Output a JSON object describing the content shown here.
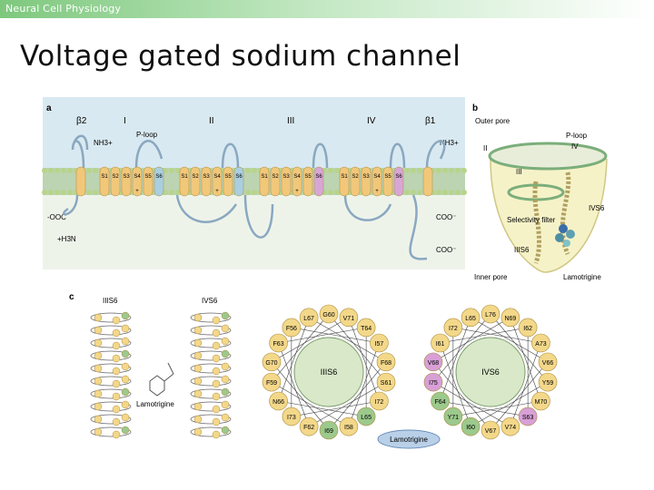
{
  "header": {
    "section": "Neural Cell Physiology"
  },
  "slide": {
    "title": "Voltage gated sodium channel"
  },
  "panel_a": {
    "letter": "a",
    "domains": [
      "β2",
      "I",
      "II",
      "III",
      "IV",
      "β1"
    ],
    "segments": [
      "S1",
      "S2",
      "S3",
      "S4",
      "S5",
      "S6"
    ],
    "labels": {
      "ploop": "P-loop",
      "nh3": "NH3+",
      "ooc": "-OOC",
      "h3n": "+H3N",
      "coo": "COO⁻"
    }
  },
  "panel_b": {
    "letter": "b",
    "labels": {
      "outer_pore": "Outer\npore",
      "ploop": "P-loop",
      "iv": "IV",
      "ii": "II",
      "iii": "III",
      "ivs6": "IVS6",
      "selectivity": "Selectivity\nfilter",
      "iiis6": "IIIS6",
      "inner_pore": "Inner pore",
      "lamotrigine": "Lamotrigine"
    }
  },
  "panel_c": {
    "letter": "c",
    "helix_labels": [
      "IIIS6",
      "IVS6"
    ],
    "side_labels": {
      "lamotrigine": "Lamotrigine"
    },
    "wheel_left": {
      "center": "IIIS6",
      "residues": [
        "G60",
        "V71",
        "T64",
        "I57",
        "F68",
        "S61",
        "I72",
        "L65",
        "I58",
        "I69",
        "F62",
        "I73",
        "N66",
        "F59",
        "G70",
        "F63",
        "F56",
        "L67"
      ]
    },
    "wheel_right": {
      "center": "IVS6",
      "residues": [
        "L76",
        "N69",
        "I62",
        "A73",
        "V66",
        "Y59",
        "M70",
        "S63",
        "V74",
        "V67",
        "I60",
        "Y71",
        "F64",
        "I75",
        "V68",
        "I61",
        "I72",
        "L65"
      ]
    },
    "bottom_label": "Lamotrigine"
  },
  "colors": {
    "membrane": "#9fc59f",
    "lipid_head": "#b8d48b",
    "segment": "#f1c77a",
    "s6_blue": "#a9cfe0",
    "s6_pink": "#d7a6d6",
    "wheel_fill": "#f3d88a",
    "wheel_green": "#9cc98c",
    "wheel_pink": "#d8a0d6",
    "center_fill": "#d8e8c8",
    "water_top": "#cfe4ef"
  }
}
